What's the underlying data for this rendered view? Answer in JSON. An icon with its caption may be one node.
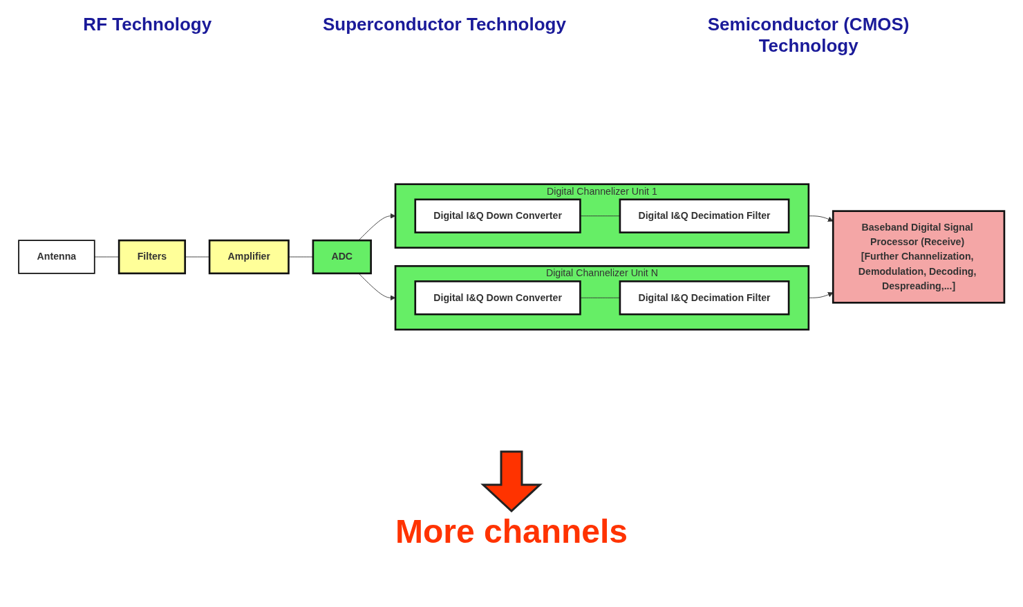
{
  "diagram": {
    "nodes": [
      {
        "text": [
          "Antenna"
        ]
      },
      {
        "text": [
          "Filters"
        ]
      },
      {
        "text": [
          "Amplifier"
        ]
      },
      {
        "text": [
          "ADC"
        ]
      },
      {
        "text": [
          "Digital Channelizer Unit 1"
        ]
      },
      {
        "text": [
          "Digital I&Q Down Converter"
        ],
        "in": 4
      },
      {
        "text": [
          "Digital I&Q Decimation Filter"
        ],
        "in": 4
      },
      {
        "text": [
          "Digital Channelizer Unit N"
        ]
      },
      {
        "text": [
          "Digital I&Q Down Converter"
        ],
        "in": 7
      },
      {
        "text": [
          "Digital I&Q Decimation Filter"
        ],
        "in": 7
      },
      {
        "text": [
          "Baseband Digital Signal Processor (Receive) [Further Channelization, Demodulation, Decoding, Despreading,...]"
        ]
      }
    ],
    "edges": [
      {
        "from": 0,
        "to": 1,
        "arrow": "none"
      },
      {
        "from": 1,
        "to": 2,
        "arrow": "none"
      },
      {
        "from": 2,
        "to": 3,
        "arrow": "none"
      },
      {
        "from": 3,
        "to": 4,
        "arrow": "to"
      },
      {
        "from": 3,
        "to": 7,
        "arrow": "to"
      },
      {
        "from": 5,
        "to": 6,
        "arrow": "none"
      },
      {
        "from": 8,
        "to": 9,
        "arrow": "none"
      },
      {
        "from": 4,
        "to": 10,
        "arrow": "to"
      },
      {
        "from": 7,
        "to": 10,
        "arrow": "to"
      }
    ],
    "labels": [
      "RF Technology",
      "Superconductor Technology",
      "Semiconductor (CMOS) Technology",
      "More channels"
    ]
  }
}
